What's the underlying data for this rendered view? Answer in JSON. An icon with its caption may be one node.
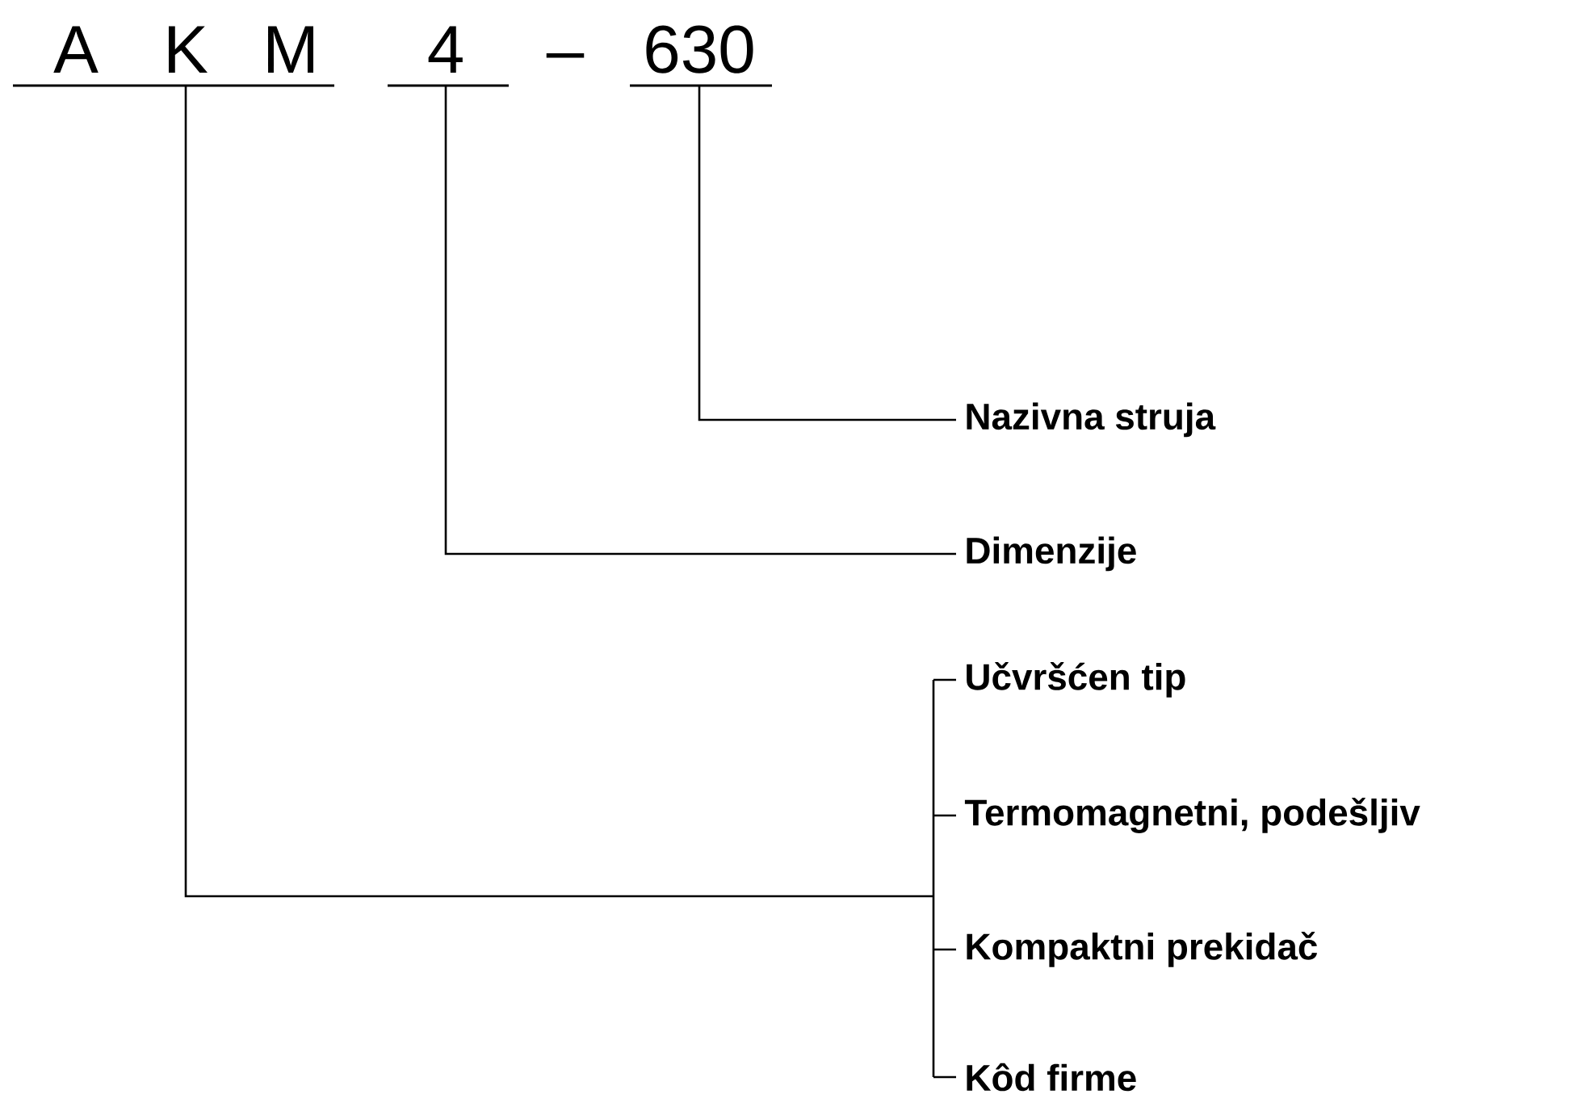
{
  "diagram": {
    "nodes": [
      {
        "text": [
          "A"
        ]
      },
      {
        "text": [
          "K"
        ]
      },
      {
        "text": [
          "M"
        ]
      },
      {
        "text": [
          "4"
        ]
      },
      {
        "text": [
          "630"
        ]
      },
      {
        "text": [
          "Nazivna struja"
        ]
      },
      {
        "text": [
          "Dimenzije"
        ]
      },
      {
        "text": [
          "Učvršćen tip"
        ]
      },
      {
        "text": [
          "Termomagnetni, podešljiv"
        ]
      },
      {
        "text": [
          "Kompaktni prekidač"
        ]
      },
      {
        "text": [
          "Kôd firme"
        ]
      }
    ],
    "edges": [
      {
        "from": 4,
        "to": 5,
        "arrow": "none"
      },
      {
        "from": 3,
        "to": 6,
        "arrow": "none"
      },
      {
        "from": 1,
        "to": 7,
        "arrow": "none"
      },
      {
        "from": 1,
        "to": 8,
        "arrow": "none"
      },
      {
        "from": 1,
        "to": 9,
        "arrow": "none"
      },
      {
        "from": 1,
        "to": 10,
        "arrow": "none"
      }
    ],
    "labels": [
      "–"
    ]
  }
}
